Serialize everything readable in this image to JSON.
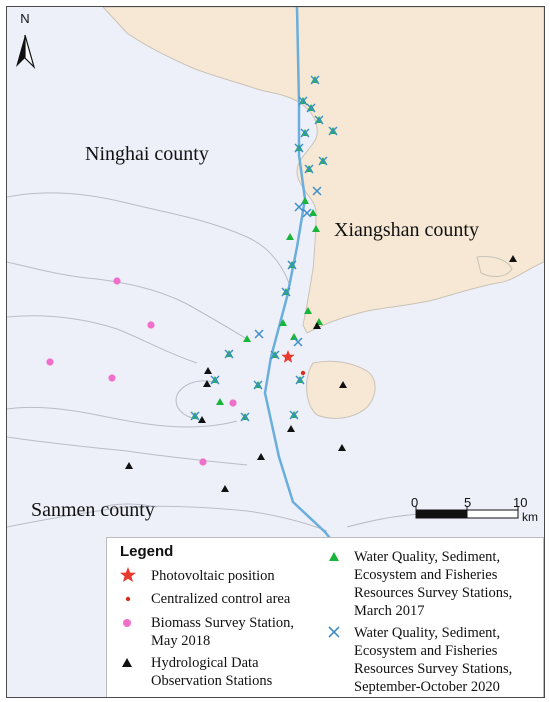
{
  "map": {
    "north_label": "N",
    "places": {
      "ninghai": "Ninghai county",
      "xiangshan": "Xiangshan county",
      "sanmen": "Sanmen county"
    },
    "scale": {
      "t0": "0",
      "t5": "5",
      "t10": "10",
      "unit": "km"
    },
    "colors": {
      "land": "#f6e8d4",
      "sea": "#eef0f9",
      "channel": "#6aaedc",
      "outline": "#b8bcc6",
      "photovoltaic": "#e63a2e",
      "control": "#d7301f",
      "biomass": "#ef6fcb",
      "hydro": "#111111",
      "wq2017": "#19b53a",
      "wq2020": "#3f8fc8"
    }
  },
  "legend": {
    "title": "Legend",
    "items": [
      {
        "symbol": "star-icon",
        "label": "Photovoltaic position"
      },
      {
        "symbol": "red-dot-icon",
        "label": "Centralized control area"
      },
      {
        "symbol": "pink-dot-icon",
        "label": "Biomass Survey Station, May 2018"
      },
      {
        "symbol": "black-triangle-icon",
        "label": "Hydrological Data Observation Stations"
      },
      {
        "symbol": "green-triangle-icon",
        "label": "Water Quality, Sediment, Ecosystem and Fisheries Resources Survey Stations, March 2017"
      },
      {
        "symbol": "blue-cross-icon",
        "label": "Water Quality, Sediment, Ecosystem and Fisheries Resources Survey Stations, September-October 2020"
      }
    ],
    "lines": {
      "pv": [
        "Photovoltaic position"
      ],
      "ctrl": [
        "Centralized control area"
      ],
      "bio": [
        "Biomass Survey Station,",
        "May 2018"
      ],
      "hydro": [
        "Hydrological Data",
        "Observation Stations"
      ],
      "wq2017": [
        "Water Quality, Sediment,",
        "Ecosystem and Fisheries",
        "Resources Survey Stations,",
        "March 2017"
      ],
      "wq2020": [
        "Water Quality, Sediment,",
        "Ecosystem and Fisheries",
        "Resources Survey Stations,",
        "September-October 2020"
      ]
    }
  }
}
